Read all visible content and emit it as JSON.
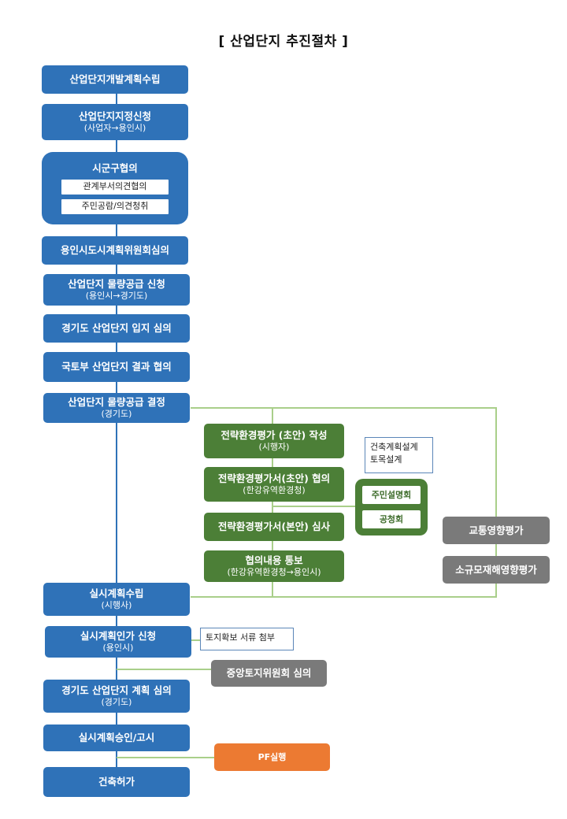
{
  "title": "[ 산업단지 추진절차 ]",
  "steps": [
    {
      "label": "산업단지개발계획수립"
    },
    {
      "label": "산업단지지정신청",
      "sub": "(사업자→용인시)"
    },
    {
      "label": "시군구협의",
      "items": [
        "관계부서의견협의",
        "주민공람/의견청취"
      ]
    },
    {
      "label": "용인시도시계획위원회심의"
    },
    {
      "label": "산업단지 물량공급 신청",
      "sub": "(용인시→경기도)"
    },
    {
      "label": "경기도 산업단지 입지 심의"
    },
    {
      "label": "국토부 산업단지 결과 협의"
    },
    {
      "label": "산업단지 물량공급 결정",
      "sub": "(경기도)"
    },
    {
      "label": "실시계획수립",
      "sub": "(시행사)"
    },
    {
      "label": "실시계획인가 신청",
      "sub": "(용인시)"
    },
    {
      "label": "경기도 산업단지 계획 심의",
      "sub": "(경기도)"
    },
    {
      "label": "실시계획승인/고시"
    },
    {
      "label": "건축허가"
    }
  ],
  "green_steps": [
    {
      "label": "전략환경평가 (초안) 작성",
      "sub": "(시행자)"
    },
    {
      "label": "전략환경평가서(초안) 협의",
      "sub": "(한강유역환경청)"
    },
    {
      "label": "전략환경평가서(본안) 심사"
    },
    {
      "label": "협의내용 통보",
      "sub": "(한강유역환경청→용인시)"
    }
  ],
  "hearing_group": [
    "주민설명회",
    "공청회"
  ],
  "side_boxes": [
    "교통영향평가",
    "소규모재해영향평가"
  ],
  "notes": {
    "design": [
      "건축계획설계",
      "토목설계"
    ],
    "land": "토지확보 서류 첨부"
  },
  "central_committee": "중앙토지위원회 심의",
  "pf": "PF실행",
  "colors": {
    "blue": "#2f72b8",
    "green": "#4c7f37",
    "gray": "#7a7a7a",
    "orange": "#ec7a32",
    "connector": "#a9cf8a"
  }
}
